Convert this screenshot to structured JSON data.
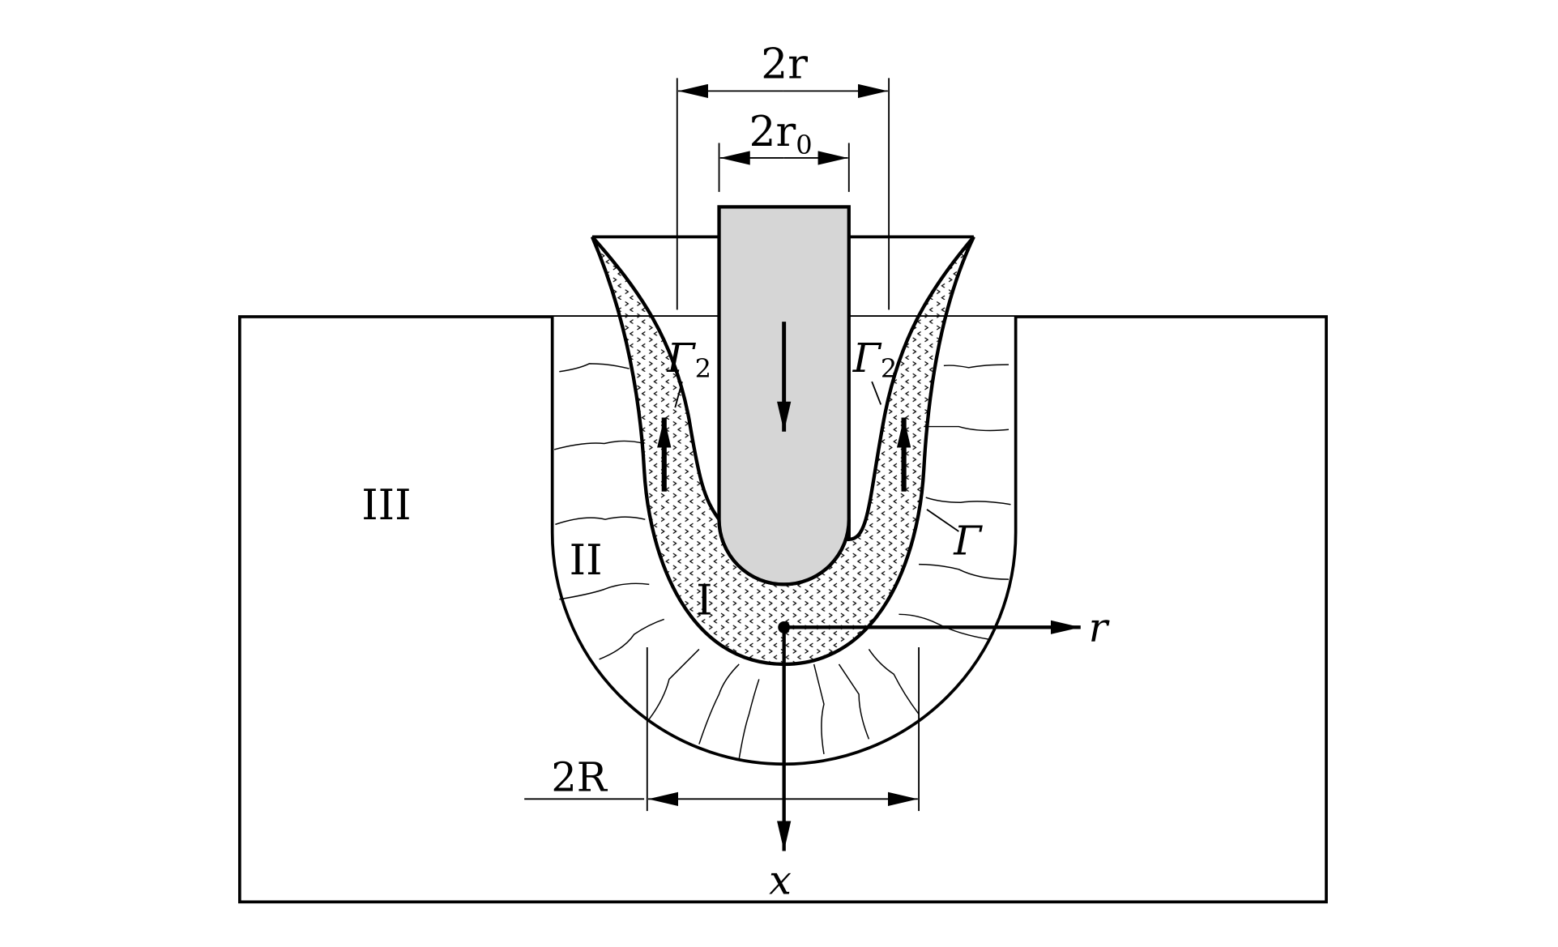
{
  "labels": {
    "dim_2r": "2r",
    "dim_2r0_main": "2r",
    "dim_2r0_sub": "0",
    "dim_2R": "2R",
    "zone_1": "I",
    "zone_2": "II",
    "zone_3": "III",
    "gamma2_left": "Γ",
    "gamma2_left_sub": "2",
    "gamma2_right": "Γ",
    "gamma2_right_sub": "2",
    "gamma": "Γ",
    "axis_r": "r",
    "axis_x": "x"
  },
  "colors": {
    "rod_fill": "#d6d6d6",
    "stroke": "#000000"
  }
}
